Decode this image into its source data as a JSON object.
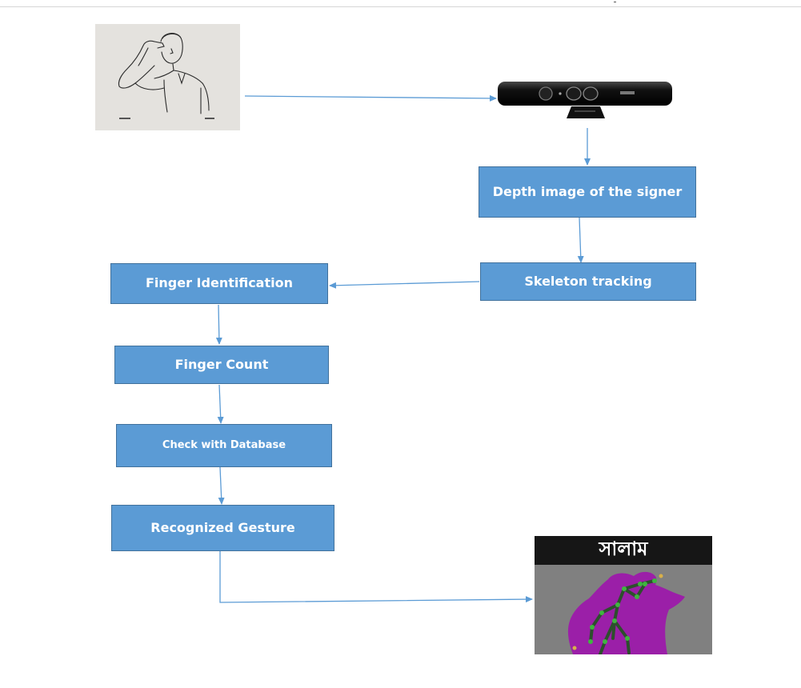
{
  "nodes": {
    "depth_image": "Depth image of the signer",
    "skeleton_tracking": "Skeleton tracking",
    "finger_identification": "Finger Identification",
    "finger_count": "Finger Count",
    "check_database": "Check with Database",
    "recognized_gesture": "Recognized Gesture"
  },
  "result_label": "সালাম",
  "colors": {
    "box_fill": "#5b9bd5",
    "box_border": "#41719c",
    "arrow": "#5b9bd5",
    "body_silhouette": "#9b1fa8",
    "skeleton_lines": "#2d4f2d",
    "joints": "#3fb53f"
  }
}
